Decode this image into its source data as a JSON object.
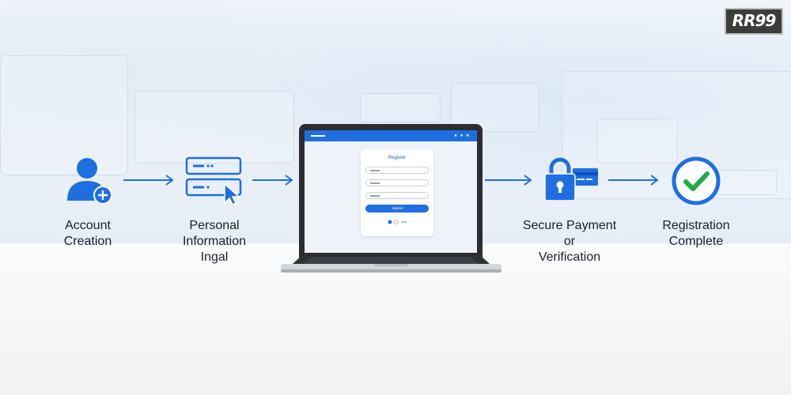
{
  "diagram": {
    "steps": [
      {
        "label_line1": "Account",
        "label_line2": "Creation",
        "icon": "user-add-icon"
      },
      {
        "label_line1": "Personal",
        "label_line2": "Information",
        "label_line3": "Ingal",
        "icon": "form-cursor-icon"
      },
      {
        "label_line1": "",
        "icon": "laptop-register-icon"
      },
      {
        "label_line1": "Secure Payment",
        "label_line2": "or",
        "label_line3": "Verification",
        "icon": "lock-card-icon"
      },
      {
        "label_line1": "Registration",
        "label_line2": "Complete",
        "icon": "checkmark-circle-icon"
      }
    ],
    "accent_color": "#1f6fe0",
    "check_color": "#22a84a"
  },
  "laptop_screen": {
    "form_title": "Register",
    "submit_label": "Submit"
  },
  "logo": {
    "text": "RR99"
  }
}
